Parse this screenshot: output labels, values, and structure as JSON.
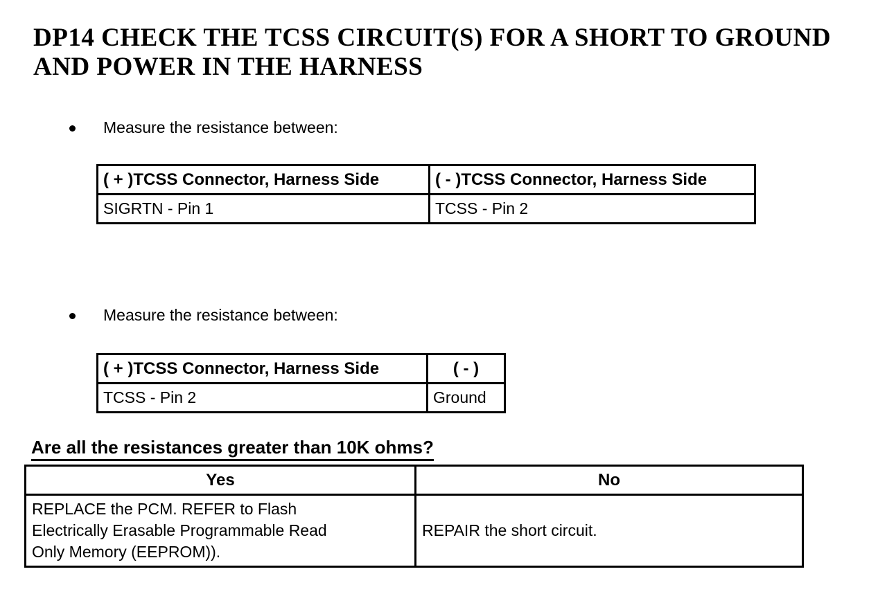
{
  "colors": {
    "text": "#000000",
    "background": "#ffffff",
    "table_border": "#000000"
  },
  "title_lines": [
    "DP14 CHECK THE TCSS CIRCUIT(S) FOR A SHORT TO GROUND",
    "AND POWER IN THE HARNESS"
  ],
  "steps": [
    {
      "instruction": "Measure the resistance between:",
      "table": {
        "headers": [
          "( + )TCSS Connector, Harness Side",
          "( - )TCSS Connector, Harness Side"
        ],
        "row": [
          "SIGRTN - Pin 1",
          "TCSS - Pin 2"
        ]
      }
    },
    {
      "instruction": "Measure the resistance between:",
      "table": {
        "headers": [
          "( + )TCSS Connector, Harness Side",
          "( - )"
        ],
        "row": [
          "TCSS - Pin 2",
          "Ground"
        ]
      }
    }
  ],
  "question": "Are all the resistances greater than 10K ohms?",
  "decision_table": {
    "headers": [
      "Yes",
      "No"
    ],
    "yes_action_lines": [
      "REPLACE the PCM. REFER to Flash",
      "Electrically Erasable Programmable Read",
      "Only Memory (EEPROM))."
    ],
    "no_action": "REPAIR the short circuit."
  }
}
